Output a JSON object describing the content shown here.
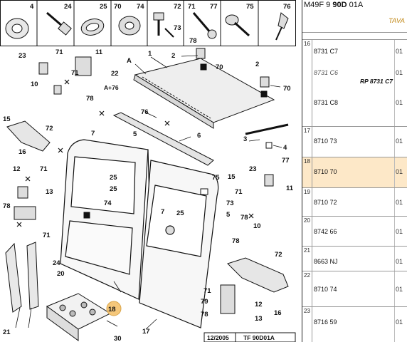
{
  "header": {
    "prefix": "M49F 9",
    "bold": "90D",
    "suffix": "01A"
  },
  "tava_label": "TAVA",
  "rows": [
    {
      "num": "16",
      "lines": [
        {
          "ref": "8731 C7",
          "qty": "01"
        },
        {
          "ref": "8731 C6",
          "italic": true,
          "qty": "01",
          "rp": "RP 8731 C7"
        },
        {
          "ref": "8731 C8",
          "qty": "01"
        }
      ]
    },
    {
      "num": "17",
      "lines": [
        {
          "ref": "8710 73",
          "qty": "01"
        }
      ]
    },
    {
      "num": "18",
      "highlight": true,
      "lines": [
        {
          "ref": "8710 70",
          "qty": "01"
        }
      ]
    },
    {
      "num": "19",
      "lines": [
        {
          "ref": "8710 72",
          "qty": "01"
        }
      ]
    },
    {
      "num": "20",
      "lines": [
        {
          "ref": "8742 66",
          "qty": "01"
        }
      ]
    },
    {
      "num": "21",
      "lines": [
        {
          "ref": "8663 NJ",
          "qty": "01"
        }
      ]
    },
    {
      "num": "22",
      "lines": [
        {
          "ref": "8710 74",
          "qty": "01"
        }
      ]
    },
    {
      "num": "23",
      "lines": [
        {
          "ref": "8716 59",
          "qty": "01"
        }
      ]
    }
  ],
  "diagram": {
    "top_parts": [
      "4",
      "24",
      "25",
      "70",
      "74",
      "72",
      "71",
      "77",
      "75",
      "76",
      "73",
      "78"
    ],
    "labels": [
      "1",
      "2",
      "3",
      "4",
      "5",
      "6",
      "7",
      "11",
      "12",
      "15",
      "16",
      "17",
      "18",
      "20",
      "21",
      "22",
      "23",
      "24",
      "25",
      "30",
      "70",
      "71",
      "72",
      "73",
      "74",
      "75",
      "76",
      "77",
      "78",
      "79"
    ],
    "group_label": "22",
    "group_sub": "A+76",
    "letter_a": "A",
    "callout": "18",
    "footer_date": "12/2005",
    "footer_ref": "TF 90D01A"
  },
  "colors": {
    "highlight_row": "#fde8c8",
    "callout_fill": "#f5c77a",
    "tava": "#c28a1a"
  }
}
